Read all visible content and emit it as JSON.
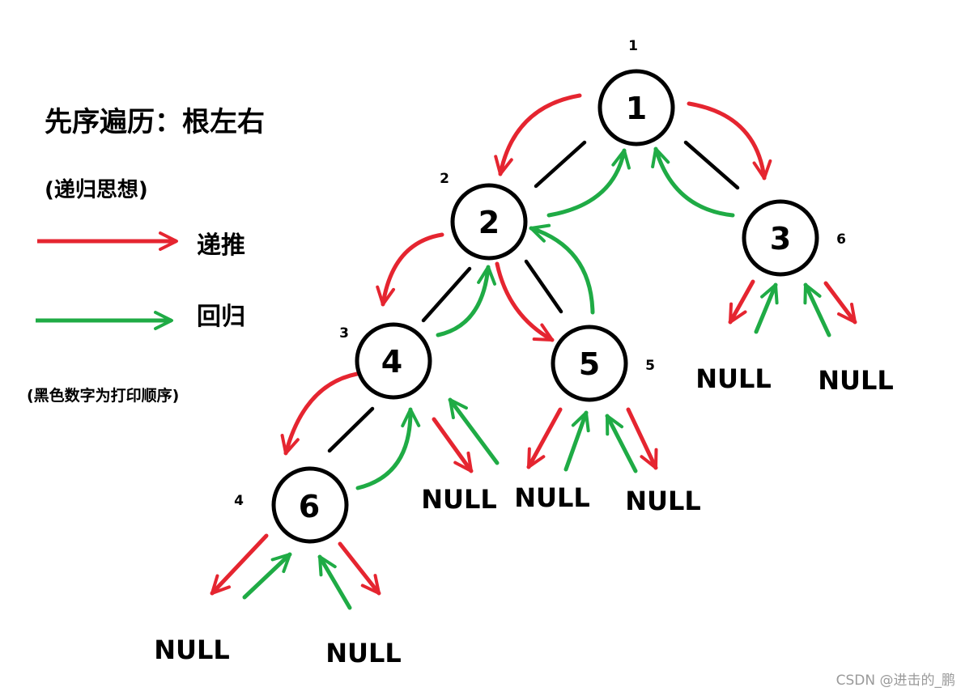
{
  "heading": {
    "title": "先序遍历：根左右",
    "subtitle": "(递归思想)"
  },
  "legend": {
    "push_label": "递推",
    "return_label": "回归",
    "push_color": "#e52530",
    "return_color": "#1fab45"
  },
  "note": "(黑色数字为打印顺序)",
  "nodes": [
    {
      "id": "n1",
      "label": "1",
      "order": "1"
    },
    {
      "id": "n2",
      "label": "2",
      "order": "2"
    },
    {
      "id": "n3",
      "label": "3",
      "order": "6"
    },
    {
      "id": "n4",
      "label": "4",
      "order": "3"
    },
    {
      "id": "n5",
      "label": "5",
      "order": "5"
    },
    {
      "id": "n6",
      "label": "6",
      "order": "4"
    }
  ],
  "null_label": "NULL",
  "watermark": "CSDN @进击的_鹏"
}
